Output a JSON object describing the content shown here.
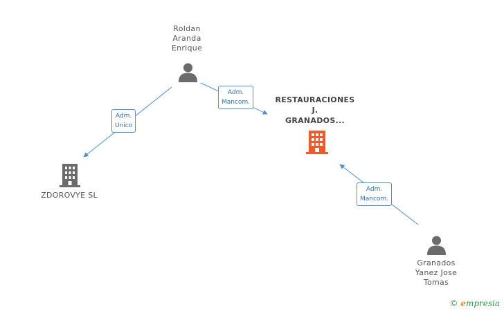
{
  "nodes": {
    "roldan": {
      "lines": [
        "Roldan",
        "Aranda",
        "Enrique"
      ],
      "icon": "person-icon",
      "color": "#6b6b6b"
    },
    "main_company": {
      "lines": [
        "RESTAURACIONES",
        "J.",
        "GRANADOS..."
      ],
      "icon": "building-icon",
      "color": "#f05a2a"
    },
    "zdorovye": {
      "lines": [
        "ZDOROVYE SL"
      ],
      "icon": "building-icon",
      "color": "#6b6b6b"
    },
    "granados": {
      "lines": [
        "Granados",
        "Yanez Jose",
        "Tomas"
      ],
      "icon": "person-icon",
      "color": "#6b6b6b"
    }
  },
  "edges": {
    "roldan_to_main": {
      "lines": [
        "Adm.",
        "Mancom."
      ]
    },
    "roldan_to_zdorovye": {
      "lines": [
        "Adm.",
        "Unico"
      ]
    },
    "granados_to_main": {
      "lines": [
        "Adm.",
        "Mancom."
      ]
    }
  },
  "colors": {
    "edge": "#4a8ed8",
    "edge_text": "#2e6fb8"
  },
  "branding": {
    "copyright_symbol": "©",
    "name_initial": "e",
    "name_rest": "mpresia"
  }
}
